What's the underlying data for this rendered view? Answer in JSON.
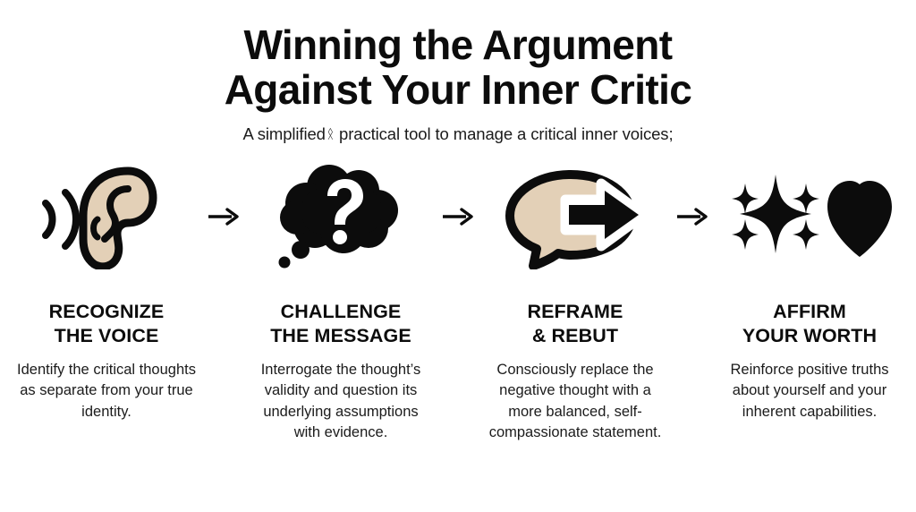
{
  "header": {
    "title_line_1": "Winning the Argument",
    "title_line_2": "Against Your Inner Critic",
    "subtitle_before": "A simplified",
    "subtitle_glyph": "ᛟ",
    "subtitle_after": "practical tool to manage a critical inner voices;"
  },
  "colors": {
    "background": "#ffffff",
    "ink": "#0c0c0c",
    "body_text": "#1b1b1b",
    "accent_tan": "#e3d0b7",
    "accent_tan_light": "#ebdcc6"
  },
  "arrow_label": "→",
  "steps": [
    {
      "icon": "ear-with-soundwaves-icon",
      "heading_line_1": "RECOGNIZE",
      "heading_line_2": "THE VOICE",
      "body": "Identify the critical thoughts as separate from your true identity."
    },
    {
      "icon": "thought-bubble-question-mark-icon",
      "heading_line_1": "CHALLENGE",
      "heading_line_2": "THE MESSAGE",
      "body": "Interrogate the thought’s validity and question its underlying assumptions with evidence."
    },
    {
      "icon": "speech-bubble-arrow-icon",
      "heading_line_1": "REFRAME",
      "heading_line_2": "& REBUT",
      "body": "Consciously replace the negative thought with a more balanced, self-compassionate statement."
    },
    {
      "icon": "sparkles-and-heart-icon",
      "heading_line_1": "AFFIRM",
      "heading_line_2": "YOUR WORTH",
      "body": "Reinforce positive truths about yourself and your inherent capabilities."
    }
  ]
}
